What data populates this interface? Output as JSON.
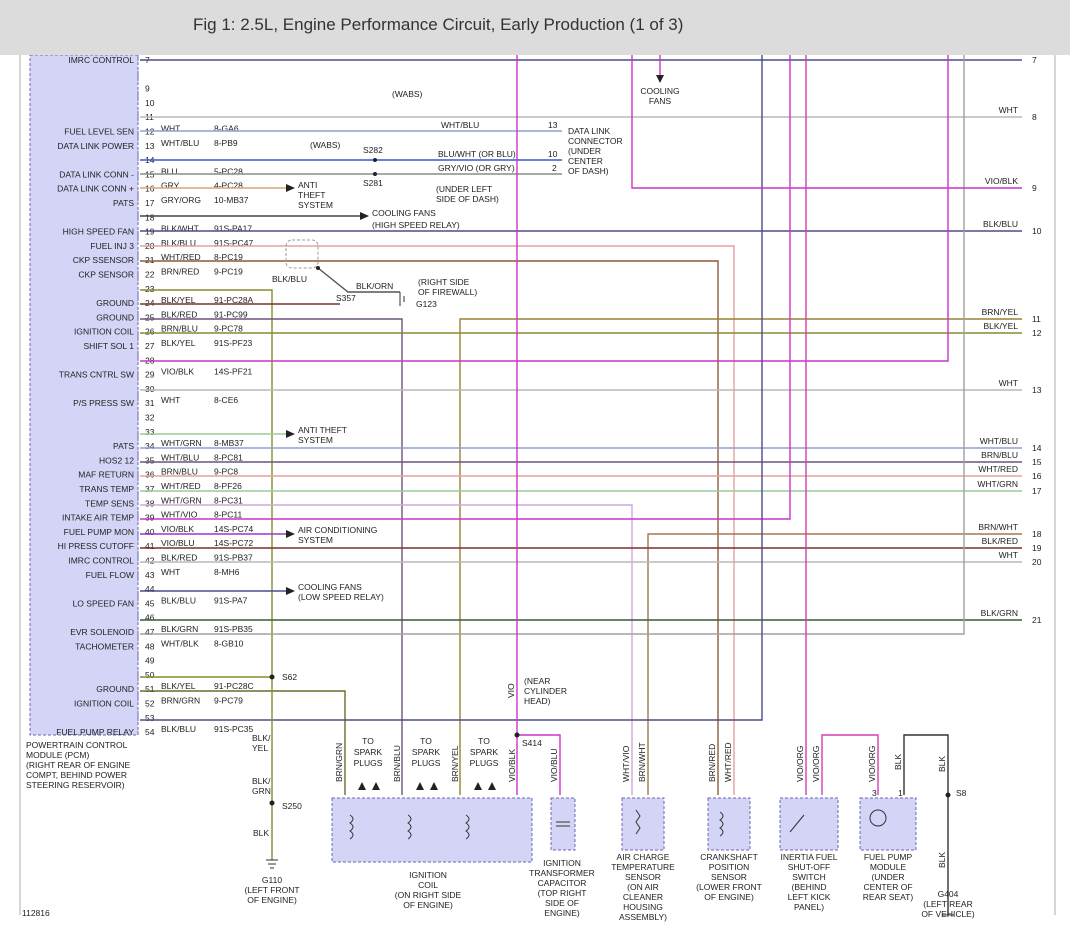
{
  "figure": {
    "title": "Fig 1: 2.5L, Engine Performance Circuit, Early Production (1 of 3)",
    "id": "112816"
  },
  "colors": {
    "WHT": "#b8b8b8",
    "WHT/BLU": "#8f9fd6",
    "BLU": "#3b53d6",
    "GRY": "#8c8c8c",
    "GRY/ORG": "#d7a774",
    "BLK/WHT": "#444444",
    "BLK/BLU": "#4a4d8a",
    "WHT/RED": "#e7a0a0",
    "BRN/RED": "#8b5a3a",
    "BLK/YEL": "#8a8a30",
    "BLK/RED": "#7a3030",
    "BRN/BLU": "#6b5577",
    "VIO/BLK": "#cc33cc",
    "WHT/GRN": "#9ccc9c",
    "BRN/WHT": "#a07a50",
    "WHT/VIO": "#d3a5e0",
    "VIO/BLU": "#9b33d0",
    "BLK/GRN": "#3a5a3a",
    "BRN/GRN": "#6b6b2b",
    "BLK/ORN": "#555555",
    "VIO/ORG": "#d23fb0",
    "VIO": "#c040c0",
    "BLK": "#333333",
    "BRN/YEL": "#9a8030"
  },
  "pcm": {
    "labels": [
      {
        "pin": "7",
        "name": "IMRC CONTROL"
      },
      {
        "pin": "12",
        "name": "FUEL LEVEL SEN"
      },
      {
        "pin": "13",
        "name": "DATA LINK POWER"
      },
      {
        "pin": "15",
        "name": "DATA LINK CONN -"
      },
      {
        "pin": "16",
        "name": "DATA LINK CONN +"
      },
      {
        "pin": "17",
        "name": "PATS"
      },
      {
        "pin": "19",
        "name": "HIGH SPEED FAN"
      },
      {
        "pin": "20",
        "name": "FUEL INJ 3"
      },
      {
        "pin": "21",
        "name": "CKP SSENSOR"
      },
      {
        "pin": "22",
        "name": "CKP SENSOR"
      },
      {
        "pin": "24",
        "name": "GROUND"
      },
      {
        "pin": "25",
        "name": "GROUND"
      },
      {
        "pin": "26",
        "name": "IGNITION COIL"
      },
      {
        "pin": "27",
        "name": "SHIFT SOL 1"
      },
      {
        "pin": "29",
        "name": "TRANS CNTRL SW"
      },
      {
        "pin": "31",
        "name": "P/S PRESS SW"
      },
      {
        "pin": "34",
        "name": "PATS"
      },
      {
        "pin": "35",
        "name": "HOS2 12"
      },
      {
        "pin": "36",
        "name": "MAF RETURN"
      },
      {
        "pin": "37",
        "name": "TRANS TEMP"
      },
      {
        "pin": "38",
        "name": "TEMP SENS"
      },
      {
        "pin": "39",
        "name": "INTAKE AIR TEMP"
      },
      {
        "pin": "40",
        "name": "FUEL PUMP MON"
      },
      {
        "pin": "41",
        "name": "HI PRESS CUTOFF"
      },
      {
        "pin": "42",
        "name": "IMRC CONTROL"
      },
      {
        "pin": "43",
        "name": "FUEL FLOW"
      },
      {
        "pin": "45",
        "name": "LO SPEED FAN"
      },
      {
        "pin": "47",
        "name": "EVR SOLENOID"
      },
      {
        "pin": "48",
        "name": "TACHOMETER"
      },
      {
        "pin": "51",
        "name": "GROUND"
      },
      {
        "pin": "52",
        "name": "IGNITION COIL"
      },
      {
        "pin": "54",
        "name": "FUEL PUMP RELAY"
      }
    ],
    "empty_pins": [
      "9",
      "10",
      "11",
      "14",
      "18",
      "23",
      "28",
      "30",
      "32",
      "33",
      "44",
      "46",
      "49",
      "50",
      "53"
    ],
    "location": [
      "POWERTRAIN CONTROL",
      "MODULE (PCM)",
      "(RIGHT REAR OF ENGINE",
      "COMPT, BEHIND POWER",
      "STEERING RESERVOIR)"
    ]
  },
  "pin_wires": [
    {
      "pin": "12",
      "color": "WHT",
      "circuit": "8-GA6"
    },
    {
      "pin": "13",
      "color": "WHT/BLU",
      "circuit": "8-PB9"
    },
    {
      "pin": "15",
      "color": "BLU",
      "circuit": "5-PC28"
    },
    {
      "pin": "16",
      "color": "GRY",
      "circuit": "4-PC28"
    },
    {
      "pin": "17",
      "color": "GRY/ORG",
      "circuit": "10-MB37"
    },
    {
      "pin": "19",
      "color": "BLK/WHT",
      "circuit": "91S-PA17"
    },
    {
      "pin": "20",
      "color": "BLK/BLU",
      "circuit": "91S-PC47"
    },
    {
      "pin": "21",
      "color": "WHT/RED",
      "circuit": "8-PC19"
    },
    {
      "pin": "22",
      "color": "BRN/RED",
      "circuit": "9-PC19"
    },
    {
      "pin": "24",
      "color": "BLK/YEL",
      "circuit": "91-PC28A"
    },
    {
      "pin": "25",
      "color": "BLK/RED",
      "circuit": "91-PC99"
    },
    {
      "pin": "26",
      "color": "BRN/BLU",
      "circuit": "9-PC78"
    },
    {
      "pin": "27",
      "color": "BLK/YEL",
      "circuit": "91S-PF23"
    },
    {
      "pin": "29",
      "color": "VIO/BLK",
      "circuit": "14S-PF21"
    },
    {
      "pin": "31",
      "color": "WHT",
      "circuit": "8-CE6"
    },
    {
      "pin": "34",
      "color": "WHT/GRN",
      "circuit": "8-MB37"
    },
    {
      "pin": "35",
      "color": "WHT/BLU",
      "circuit": "8-PC81"
    },
    {
      "pin": "36",
      "color": "BRN/BLU",
      "circuit": "9-PC8"
    },
    {
      "pin": "37",
      "color": "WHT/RED",
      "circuit": "8-PF26"
    },
    {
      "pin": "38",
      "color": "WHT/GRN",
      "circuit": "8-PC31"
    },
    {
      "pin": "39",
      "color": "WHT/VIO",
      "circuit": "8-PC11"
    },
    {
      "pin": "40",
      "color": "VIO/BLK",
      "circuit": "14S-PC74"
    },
    {
      "pin": "41",
      "color": "VIO/BLU",
      "circuit": "14S-PC72"
    },
    {
      "pin": "42",
      "color": "BLK/RED",
      "circuit": "91S-PB37"
    },
    {
      "pin": "43",
      "color": "WHT",
      "circuit": "8-MH6"
    },
    {
      "pin": "45",
      "color": "BLK/BLU",
      "circuit": "91S-PA7"
    },
    {
      "pin": "47",
      "color": "BLK/GRN",
      "circuit": "91S-PB35"
    },
    {
      "pin": "48",
      "color": "WHT/BLK",
      "circuit": "8-GB10"
    },
    {
      "pin": "51",
      "color": "BLK/YEL",
      "circuit": "91-PC28C"
    },
    {
      "pin": "52",
      "color": "BRN/GRN",
      "circuit": "9-PC79"
    },
    {
      "pin": "54",
      "color": "BLK/BLU",
      "circuit": "91S-PC35"
    }
  ],
  "right_edge": [
    {
      "num": "7",
      "label": ""
    },
    {
      "num": "8",
      "label": "WHT"
    },
    {
      "num": "9",
      "label": "VIO/BLK"
    },
    {
      "num": "10",
      "label": "BLK/BLU"
    },
    {
      "num": "11",
      "label": "BRN/YEL"
    },
    {
      "num": "12",
      "label": "BLK/YEL"
    },
    {
      "num": "13",
      "label": "WHT"
    },
    {
      "num": "14",
      "label": "WHT/BLU"
    },
    {
      "num": "15",
      "label": "BRN/BLU"
    },
    {
      "num": "16",
      "label": "WHT/RED"
    },
    {
      "num": "17",
      "label": "WHT/GRN"
    },
    {
      "num": "18",
      "label": "BRN/WHT"
    },
    {
      "num": "19",
      "label": "BLK/RED"
    },
    {
      "num": "20",
      "label": "WHT"
    },
    {
      "num": "21",
      "label": "BLK/GRN"
    }
  ],
  "labels": {
    "wabs1": "(WABS)",
    "wabs2": "(WABS)",
    "s282": "S282",
    "s281": "S281",
    "dlc_wire1": "WHT/BLU",
    "dlc_wire2": "BLU/WHT (OR BLU)",
    "dlc_wire3": "GRY/VIO (OR GRY)",
    "dlc_pin13": "13",
    "dlc_pin10": "10",
    "dlc_pin2": "2",
    "dlc": [
      "DATA LINK",
      "CONNECTOR",
      "(UNDER",
      "CENTER",
      "OF DASH)"
    ],
    "under_left": [
      "(UNDER LEFT",
      "SIDE OF DASH)"
    ],
    "anti_theft1": [
      "ANTI",
      "THEFT",
      "SYSTEM"
    ],
    "cooling_high": [
      "COOLING FANS",
      "(HIGH SPEED RELAY)"
    ],
    "cooling_top": [
      "COOLING",
      "FANS"
    ],
    "blk_blu": "BLK/BLU",
    "blk_orn": "BLK/ORN",
    "s357": "S357",
    "g123": "G123",
    "right_firewall": [
      "(RIGHT SIDE",
      "OF FIREWALL)"
    ],
    "anti_theft2": [
      "ANTI THEFT",
      "SYSTEM"
    ],
    "ac": [
      "AIR CONDITIONING",
      "SYSTEM"
    ],
    "cooling_low": [
      "COOLING FANS",
      "(LOW SPEED RELAY)"
    ],
    "s62": "S62",
    "vio": "VIO",
    "near_head": [
      "(NEAR",
      "CYLINDER",
      "HEAD)"
    ],
    "s414": "S414",
    "blk_yel_v": [
      "BLK/",
      "YEL"
    ],
    "blk_grn_v": [
      "BLK/",
      "GRN"
    ],
    "s250": "S250",
    "blk_v": "BLK",
    "g110": [
      "G110",
      "(LEFT FRONT",
      "OF ENGINE)"
    ],
    "coil_wires": [
      "BRN/GRN",
      "BRN/BLU",
      "BRN/YEL",
      "VIO/BLK"
    ],
    "to_spark": [
      "TO",
      "SPARK",
      "PLUGS"
    ],
    "ignition_coil": [
      "IGNITION",
      "COIL",
      "(ON RIGHT SIDE",
      "OF ENGINE)"
    ],
    "vio_blu_v": "VIO/BLU",
    "capacitor": [
      "IGNITION",
      "TRANSFORMER",
      "CAPACITOR",
      "(TOP RIGHT",
      "SIDE OF",
      "ENGINE)"
    ],
    "act_wires": [
      "WHT/VIO",
      "BRN/WHT"
    ],
    "act": [
      "AIR CHARGE",
      "TEMPERATURE",
      "SENSOR",
      "(ON AIR",
      "CLEANER",
      "HOUSING",
      "ASSEMBLY)"
    ],
    "ckp_wires": [
      "BRN/RED",
      "WHT/RED"
    ],
    "ckp": [
      "CRANKSHAFT",
      "POSITION",
      "SENSOR",
      "(LOWER FRONT",
      "OF ENGINE)"
    ],
    "inertia_wires": [
      "VIO/ORG",
      "VIO/ORG"
    ],
    "inertia": [
      "INERTIA FUEL",
      "SHUT-OFF",
      "SWITCH",
      "(BEHIND",
      "LEFT KICK",
      "PANEL)"
    ],
    "fuel_pump_wires": [
      "VIO/ORG",
      "BLK"
    ],
    "fuel_pump_pins": [
      "3",
      "1"
    ],
    "fuel_pump": [
      "FUEL PUMP",
      "MODULE",
      "(UNDER",
      "CENTER OF",
      "REAR SEAT)"
    ],
    "blk_right": "BLK",
    "s8": "S8",
    "blk_low": "BLK",
    "g404": [
      "G404",
      "(LEFT REAR",
      "OF VEHICLE)"
    ]
  }
}
